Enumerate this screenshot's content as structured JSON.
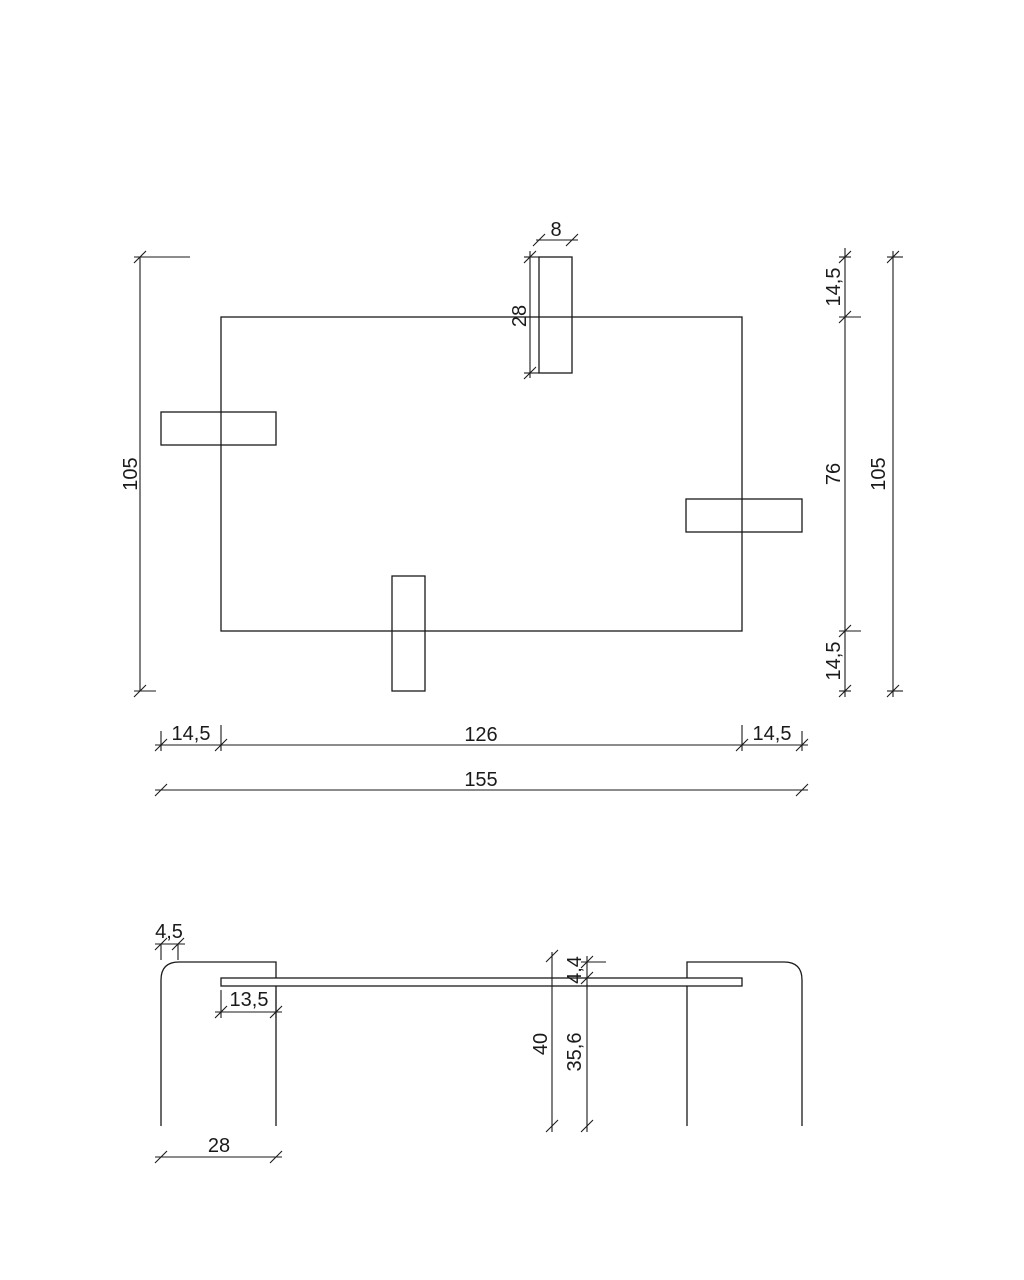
{
  "plan_view": {
    "total_depth_left": "105",
    "total_depth_right": "105",
    "leg_width": "8",
    "leg_length": "28",
    "overhang_top": "14,5",
    "inner_depth": "76",
    "overhang_bottom": "14,5",
    "overhang_left": "14,5",
    "inner_length": "126",
    "overhang_right": "14,5",
    "total_length": "155"
  },
  "elevation_view": {
    "top_radius": "4,5",
    "insert_depth": "13,5",
    "top_thickness": "4,4",
    "total_height": "40",
    "leg_height": "35,6",
    "leg_width": "28"
  }
}
